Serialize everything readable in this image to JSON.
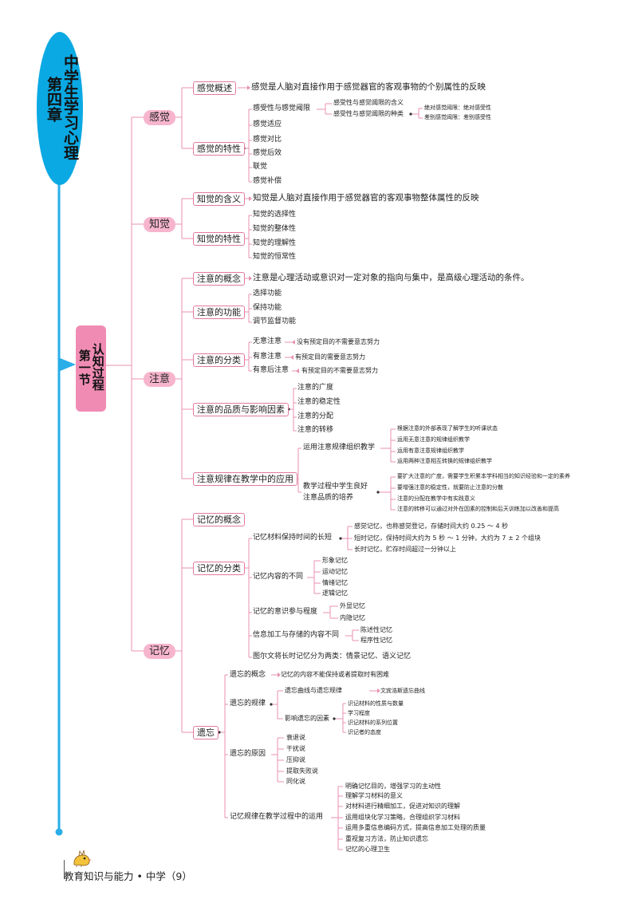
{
  "chapter": {
    "line1": "第四章",
    "line2": "中学生学习心理"
  },
  "section": {
    "line1": "第一节",
    "line2": "认知过程"
  },
  "footer": {
    "text": "教育知识与能力 • 中学（9）"
  },
  "ganjue": {
    "label": "感觉",
    "gaishu": {
      "label": "感觉概述",
      "text": "感觉是人脑对直接作用于感觉器官的客观事物的个别属性的反映"
    },
    "texing": {
      "label": "感觉的特性",
      "yuzhi": {
        "label": "感受性与感觉阈限",
        "hanyi": "感受性与感觉阈限的含义",
        "zhonglei": "感受性与感觉阈限的种类",
        "juedui": "绝对感觉阈限：绝对感受性",
        "chabie": "差别感觉阈限：差别感受性"
      },
      "shiying": "感觉适应",
      "duibi": "感觉对比",
      "houxiao": "感觉后效",
      "lianjue": "联觉",
      "buchang": "感觉补偿"
    }
  },
  "zhijue": {
    "label": "知觉",
    "hanyi": {
      "label": "知觉的含义",
      "text": "知觉是人脑对直接作用于感觉器官的客观事物整体属性的反映"
    },
    "texing": {
      "label": "知觉的特性",
      "items": [
        "知觉的选择性",
        "知觉的整体性",
        "知觉的理解性",
        "知觉的恒常性"
      ]
    }
  },
  "zhuyi": {
    "label": "注意",
    "gainian": {
      "label": "注意的概念",
      "text": "注意是心理活动或意识对一定对象的指向与集中，是高级心理活动的条件。"
    },
    "gongneng": {
      "label": "注意的功能",
      "items": [
        "选择功能",
        "保持功能",
        "调节监督功能"
      ]
    },
    "fenlei": {
      "label": "注意的分类",
      "wuyi": "无意注意",
      "wuyi_d": "没有预定目的不需要意志努力",
      "youyi": "有意注意",
      "youyi_d": "有预定目的需要意志努力",
      "houyi": "有意后注意",
      "houyi_d": "有预定目的不需要意志努力"
    },
    "pinzhi": {
      "label": "注意的品质与影响因素",
      "items": [
        "注意的广度",
        "注意的稳定性",
        "注意的分配",
        "注意的转移"
      ]
    },
    "jiaoxue": {
      "label": "注意规律在教学中的应用",
      "zuzhi": {
        "label": "运用注意规律组织教学",
        "items": [
          "根据注意的外部表现了解学生的听课状态",
          "运用无意注意的规律组织教学",
          "运用有意注意规律组织教学",
          "运用两种注意相互转换的规律组织教学"
        ]
      },
      "peiyang": {
        "label1": "教学过程中学生良好",
        "label2": "注意品质的培养",
        "items": [
          "要扩大注意的广度，需要学生积累本学科相当的知识经验和一定的素养",
          "要增强注意的稳定性，就要防止注意的分散",
          "注意的分配在教学中有实践意义",
          "注意的转移可以通过对外在因素的控制和后天训练加以改善和提高"
        ]
      }
    }
  },
  "jiyi": {
    "label": "记忆",
    "gainian": "记忆的概念",
    "fenlei": {
      "label": "记忆的分类",
      "shijian": {
        "label": "记忆材料保持时间的长短",
        "items": [
          "感觉记忆，也称感觉登记，存储时间大约 0.25 ～ 4 秒",
          "短时记忆，保持时间大约为 5 秒 ～ 1 分钟，大约为 7 ± 2 个组块",
          "长时记忆，贮存时间超过一分钟以上"
        ]
      },
      "neirong": {
        "label": "记忆内容的不同",
        "items": [
          "形象记忆",
          "运动记忆",
          "情绪记忆",
          "逻辑记忆"
        ]
      },
      "yishi": {
        "label": "记忆的意识参与程度",
        "items": [
          "外显记忆",
          "内隐记忆"
        ]
      },
      "xinxi": {
        "label": "信息加工与存储的内容不同",
        "items": [
          "陈述性记忆",
          "程序性记忆"
        ]
      },
      "tuerwen": "图尔文将长时记忆分为两类：情景记忆、语义记忆"
    },
    "yiwang": {
      "label": "遗忘",
      "gainian": {
        "label": "遗忘的概念",
        "text": "记忆的内容不能保持或者提取时有困难"
      },
      "guilv": {
        "label": "遗忘的规律",
        "quxian": "遗忘曲线与遗忘规律",
        "quxian_d": "文宾浩斯遗忘曲线",
        "yinsu": {
          "label": "影响遗忘的因素",
          "items": [
            "识记材料的性质与数量",
            "学习程度",
            "识记材料的系列位置",
            "识记者的态度"
          ]
        }
      },
      "yuanyin": {
        "label": "遗忘的原因",
        "items": [
          "衰退说",
          "干扰说",
          "压抑说",
          "提取失败说",
          "同化说"
        ]
      },
      "yingyong": {
        "label": "记忆规律在教学过程中的运用",
        "items": [
          "明确记忆目的，增强学习的主动性",
          "理解学习材料的意义",
          "对材料进行精细加工，促进对知识的理解",
          "运用组块化学习策略，合理组织学习材料",
          "运用多重信息编码方式，提高信息加工处理的质量",
          "重视复习方法，防止知识遗忘",
          "记忆的心理卫生"
        ]
      }
    }
  }
}
